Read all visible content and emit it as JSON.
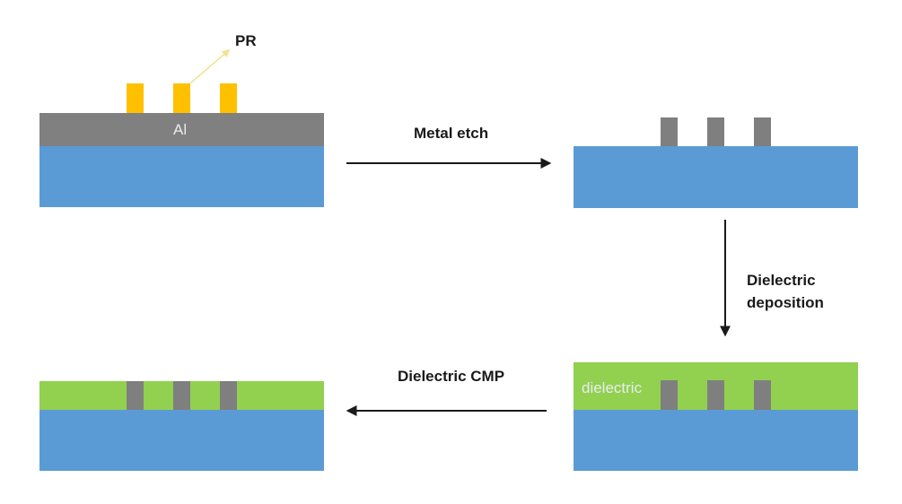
{
  "title": "Aluminum interconnect process flow",
  "colors": {
    "substrate": "#5b9bd5",
    "aluminum": "#808080",
    "photoresist": "#ffc000",
    "dielectric": "#92d050",
    "arrow": "#1a1a1a",
    "pointer": "#f2e394"
  },
  "panels": [
    {
      "id": "initial",
      "layers": [
        "substrate",
        "Al",
        "PR"
      ],
      "inner_label": "Al",
      "callout": "PR"
    },
    {
      "id": "after-etch",
      "layers": [
        "substrate",
        "metal lines"
      ]
    },
    {
      "id": "after-deposition",
      "layers": [
        "substrate",
        "metal lines",
        "dielectric"
      ],
      "inner_label": "dielectric"
    },
    {
      "id": "after-cmp",
      "layers": [
        "substrate",
        "metal lines",
        "dielectric"
      ]
    }
  ],
  "steps": [
    {
      "label": "Metal etch",
      "direction": "right"
    },
    {
      "label_line1": "Dielectric",
      "label_line2": "deposition",
      "direction": "down"
    },
    {
      "label": "Dielectric CMP",
      "direction": "left"
    }
  ]
}
